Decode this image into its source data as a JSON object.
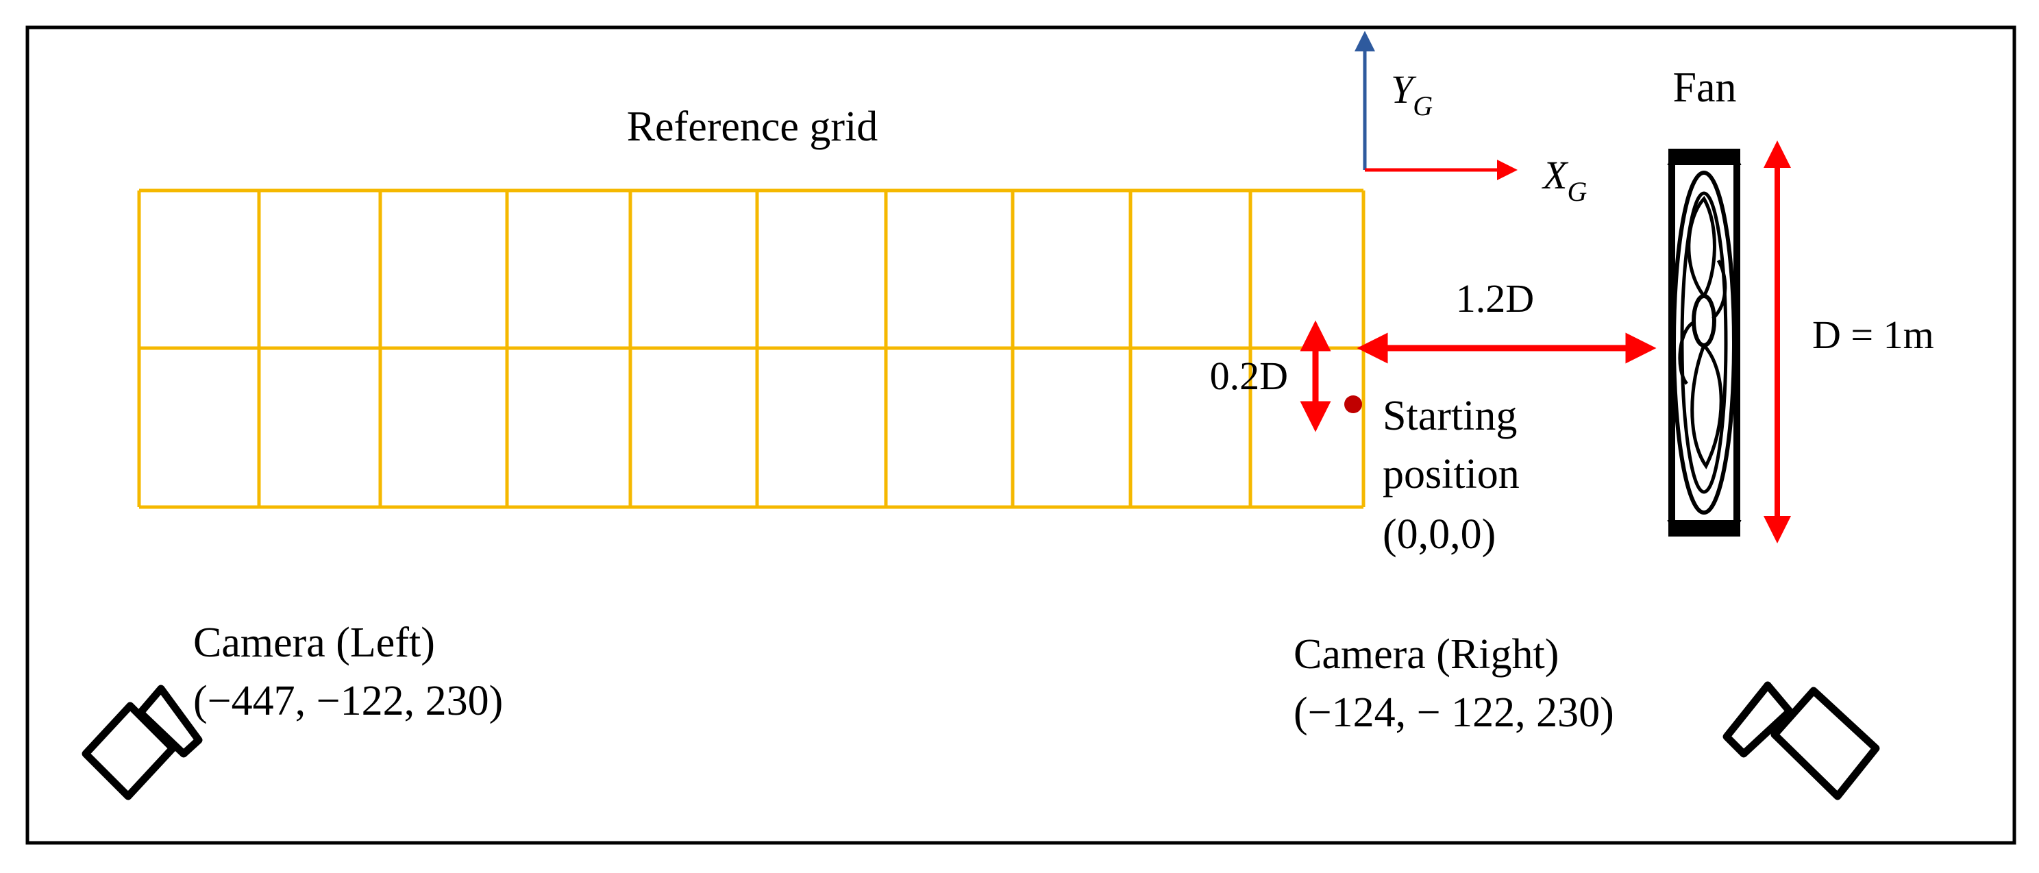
{
  "grid": {
    "label": "Reference grid",
    "color": "#F5B800"
  },
  "axes": {
    "y_main": "Y",
    "y_sub": "G",
    "x_main": "X",
    "x_sub": "G",
    "y_color": "#2E5A9E",
    "x_color": "#FF0000"
  },
  "fan": {
    "label": "Fan",
    "diameter_label": "D = 1m"
  },
  "distances": {
    "horizontal": "1.2D",
    "vertical": "0.2D"
  },
  "start": {
    "line1": "Starting",
    "line2": "position",
    "coords": "(0,0,0)",
    "marker_color": "#C00000"
  },
  "camera_left": {
    "label": "Camera (Left)",
    "coords": "(−447,  −122, 230)"
  },
  "camera_right": {
    "label": "Camera (Right)",
    "coords": "(−124, − 122, 230)"
  },
  "arrow_color": "#FF0000"
}
